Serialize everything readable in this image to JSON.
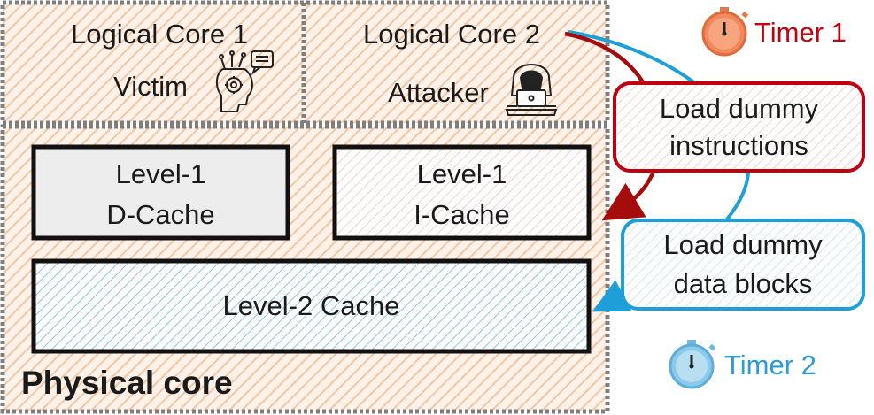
{
  "cores": {
    "logical_core_1": {
      "title": "Logical Core 1",
      "role": "Victim",
      "icon": "ai-brain-gear-chat-icon"
    },
    "logical_core_2": {
      "title": "Logical Core 2",
      "role": "Attacker",
      "icon": "hooded-hacker-laptop-icon"
    }
  },
  "caches": {
    "l1d": {
      "line1": "Level-1",
      "line2": "D-Cache"
    },
    "l1i": {
      "line1": "Level-1",
      "line2": "I-Cache"
    },
    "l2": {
      "label": "Level-2 Cache"
    }
  },
  "physical_core_label": "Physical core",
  "callouts": {
    "instructions": {
      "line1": "Load dummy",
      "line2": "instructions"
    },
    "data": {
      "line1": "Load dummy",
      "line2": "data blocks"
    }
  },
  "timers": {
    "timer1": {
      "label": "Timer 1",
      "icon": "stopwatch-icon"
    },
    "timer2": {
      "label": "Timer 2",
      "icon": "stopwatch-icon"
    }
  },
  "colors": {
    "hatch_orange": "#f3cfae",
    "hatch_blue": "#8fc3e6",
    "hatch_pink": "#f2c4c8",
    "l1d_fill": "#eeeeee",
    "red": "#c0000f",
    "red_arrow": "#a50c0c",
    "blue": "#1f9fd8",
    "timer2_text": "#2e9ad6",
    "dotted_border": "#7f7f7f"
  }
}
